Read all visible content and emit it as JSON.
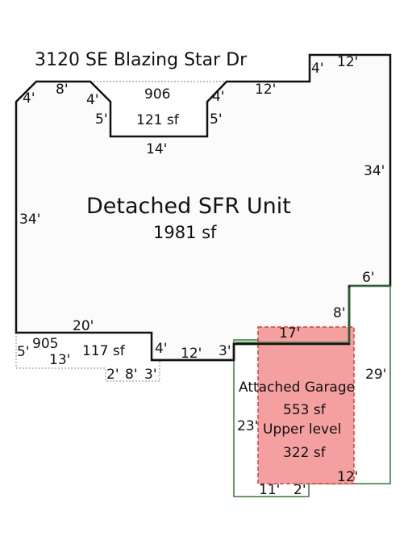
{
  "address": "3120 SE Blazing Star Dr",
  "main_unit": {
    "name": "Detached SFR Unit",
    "area": "1981 sf",
    "stroke": "#111111",
    "fill": "#fbfbfb"
  },
  "top_bump": {
    "code": "906",
    "area": "121 sf"
  },
  "left_bump": {
    "code": "905",
    "area": "117 sf"
  },
  "garage": {
    "name": "Attached Garage",
    "area": "553 sf",
    "upper_label": "Upper level",
    "upper_area": "322 sf",
    "outline_color": "#2e7d32",
    "upper_fill": "#f4a0a0",
    "upper_stroke": "#e53935"
  },
  "dimensions": {
    "d_4_top_left": "4'",
    "d_8_top": "8'",
    "d_4_notch_left": "4'",
    "d_5_notch_left": "5'",
    "d_14_notch": "14'",
    "d_5_notch_right": "5'",
    "d_4_notch_right": "4'",
    "d_12_upper_mid": "12'",
    "d_4_step": "4'",
    "d_12_top_right": "12'",
    "d_34_right": "34'",
    "d_34_left": "34'",
    "d_6_right": "6'",
    "d_8_right": "8'",
    "d_17_garage": "17'",
    "d_20_bottom": "20'",
    "d_5_left_bump": "5'",
    "d_13_left_bump": "13'",
    "d_4_bottom": "4'",
    "d_12_bottom": "12'",
    "d_3_bottom": "3'",
    "d_2_small": "2'",
    "d_8_small": "8'",
    "d_3_small": "3'",
    "d_29_garage": "29'",
    "d_23_garage": "23'",
    "d_12_garage": "12'",
    "d_11_garage": "11'",
    "d_2_garage": "2'"
  }
}
